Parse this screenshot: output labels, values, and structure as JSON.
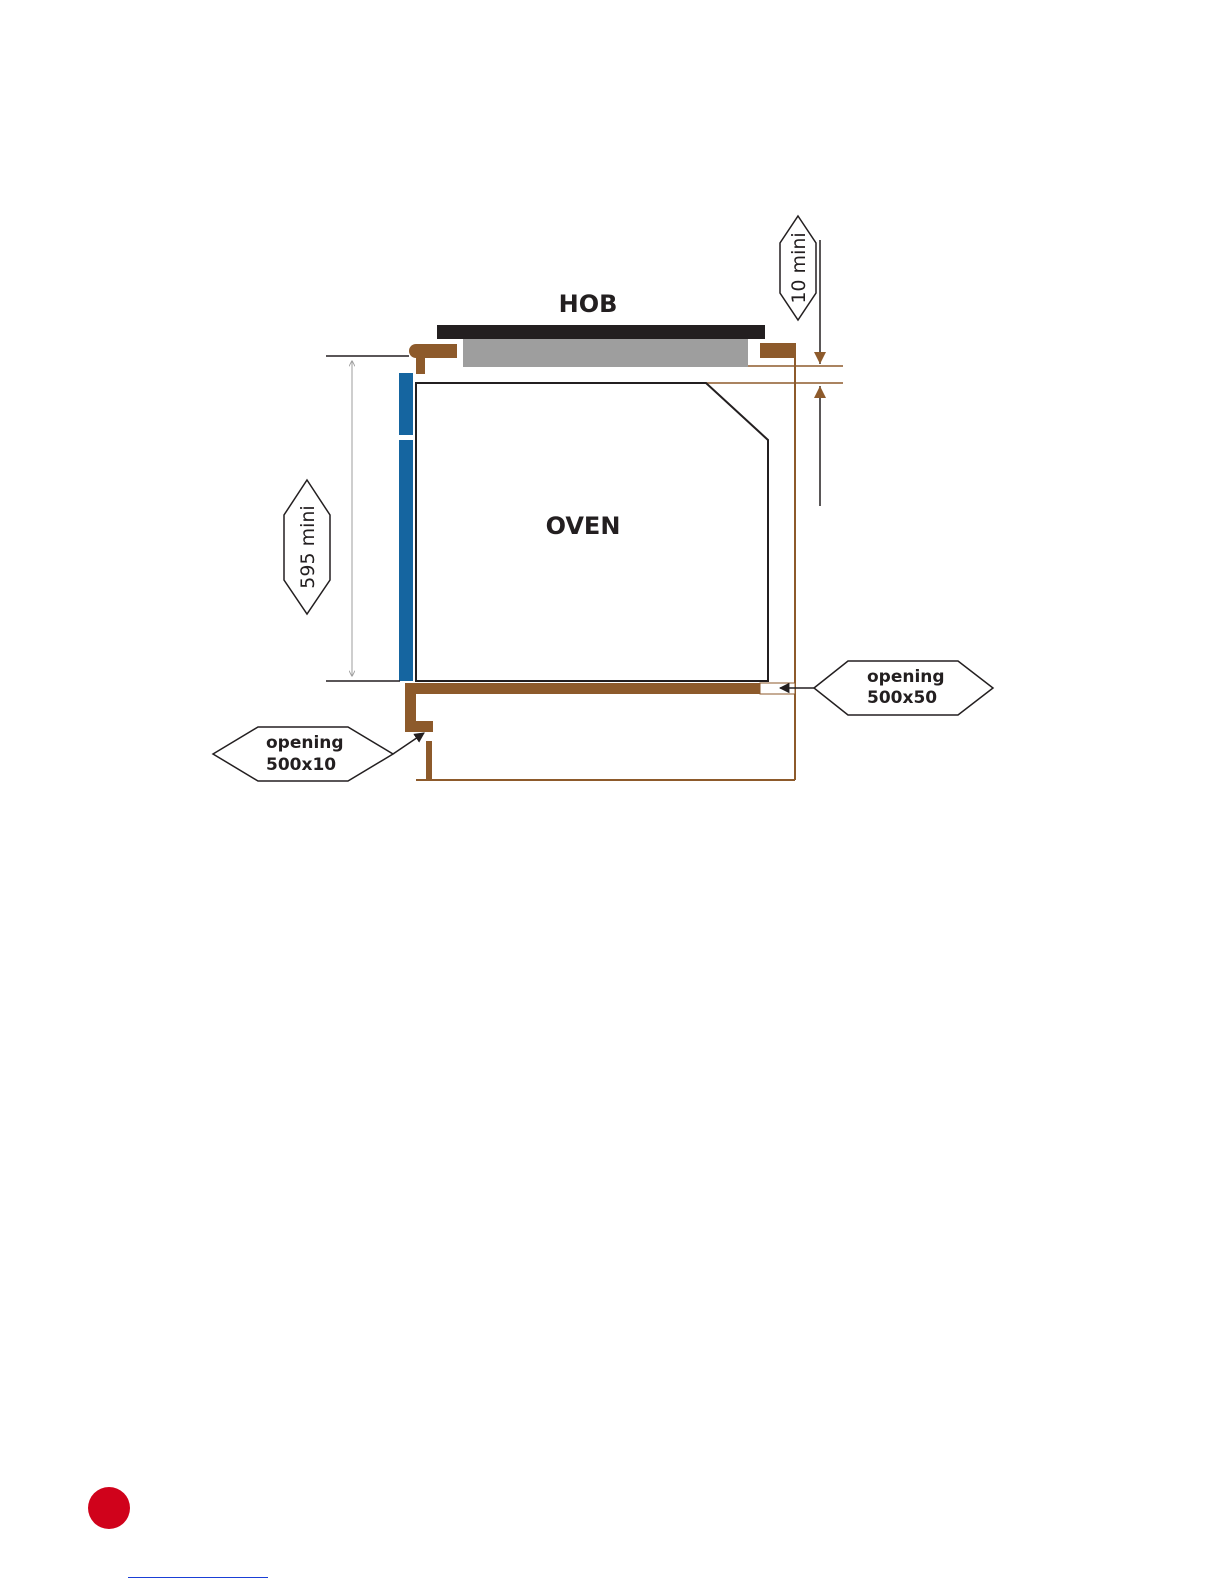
{
  "diagram": {
    "hob_label": "HOB",
    "oven_label": "OVEN",
    "dim_height": "595 mini",
    "dim_gap": "10 mini",
    "opening_right": {
      "line1": "opening",
      "line2": "500x50"
    },
    "opening_left": {
      "line1": "opening",
      "line2": "500x10"
    }
  },
  "colors": {
    "cabinet_brown": "#8d5a2b",
    "door_blue": "#1565a0",
    "hob_black": "#231f20",
    "hob_body_gray": "#9e9e9e",
    "page_marker_red": "#d0021b"
  }
}
